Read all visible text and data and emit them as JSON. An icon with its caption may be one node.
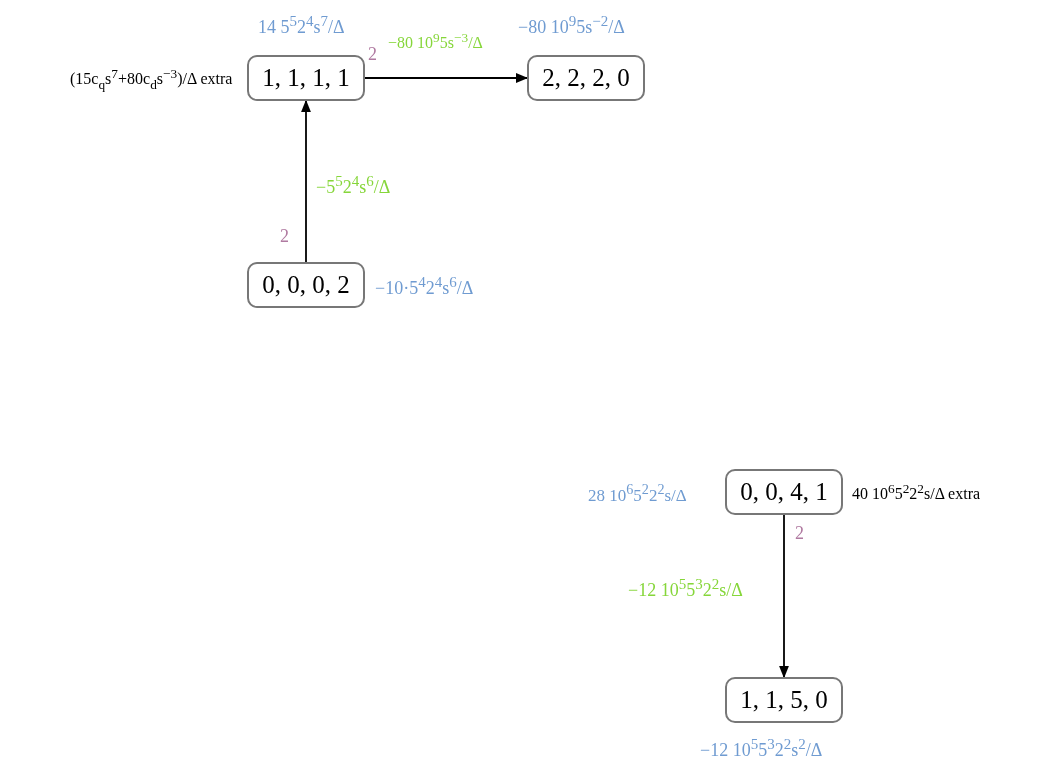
{
  "diagram": {
    "nodes": [
      {
        "text": [
          "1, 1, 1, 1"
        ],
        "beside": [
          "14 5$^{5}$2$^{4}$s$^{7}$/Δ",
          "(15c$_{q}$s$^{7}$+80c$_{d}$s$^{−3}$)/Δ extra"
        ]
      },
      {
        "text": [
          "2, 2, 2, 0"
        ],
        "beside": [
          "−80 10$^{9}$5s$^{−2}$/Δ"
        ]
      },
      {
        "text": [
          "0, 0, 0, 2"
        ],
        "beside": [
          "−10·5$^{4}$2$^{4}$s$^{6}$/Δ"
        ]
      },
      {
        "text": [
          "0, 0, 4, 1"
        ],
        "beside": [
          "28 10$^{6}$5$^{2}$2$^{2}$s/Δ",
          "40 10$^{6}$5$^{2}$2$^{2}$s/Δ extra"
        ]
      },
      {
        "text": [
          "1, 1, 5, 0"
        ],
        "beside": [
          "−12 10$^{5}$5$^{3}$2$^{2}$s$^{2}$/Δ"
        ]
      }
    ],
    "edges": [
      {
        "from": 2,
        "to": 0,
        "arrow": "to",
        "label": "−5$^{5}$2$^{4}$s$^{6}$/Δ"
      },
      {
        "from": 0,
        "to": 1,
        "arrow": "to",
        "label": "−80 10$^{9}$5s$^{−3}$/Δ"
      },
      {
        "from": 3,
        "to": 4,
        "arrow": "to",
        "label": "−12 10$^{5}$5$^{3}$2$^{2}$s/Δ"
      }
    ],
    "labels": [
      "2",
      "2",
      "2"
    ]
  }
}
